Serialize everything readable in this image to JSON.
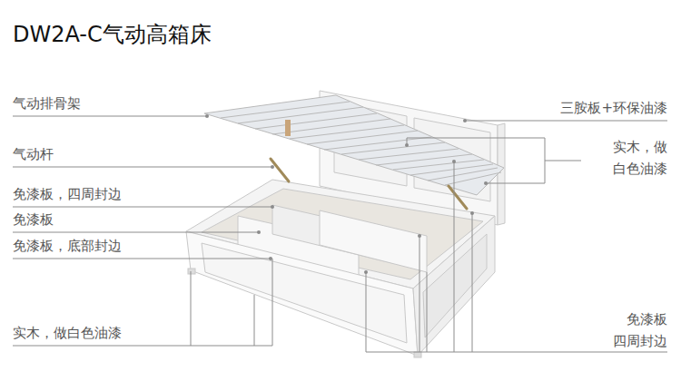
{
  "diagram": {
    "title": "DW2A-C气动高箱床",
    "labels": [
      "气动排骨架",
      "气动杆",
      "免漆板，四周封边",
      "免漆板",
      "免漆板，底部封边",
      "实木，做白色油漆",
      "三胺板+环保油漆",
      "实木，做 白色油漆",
      "免漆板 四周封边"
    ]
  }
}
